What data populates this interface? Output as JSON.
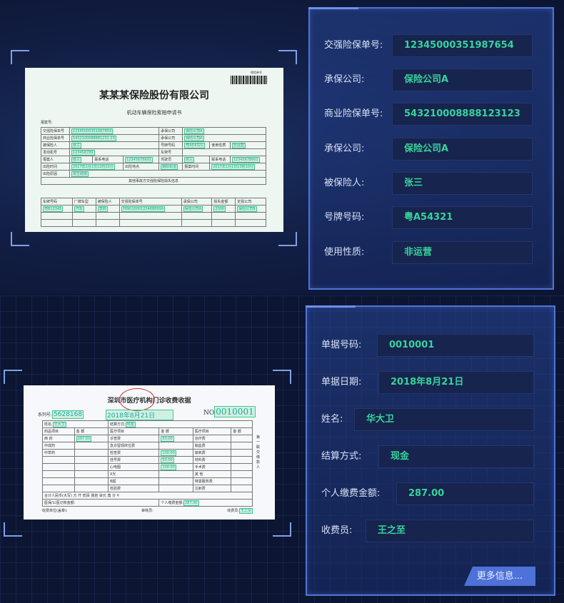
{
  "insurance_doc": {
    "barcode_label": "保险单号",
    "company": "某某某保险股份有限公司",
    "form_title": "机动车辆保险索赔申请书",
    "report_no_label": "报案号:",
    "rows": [
      [
        "交强险保单号",
        "12345000351987654",
        "承保公司",
        "保险公司A"
      ],
      [
        "商业险保单号",
        "5432100088881231 23",
        "承保公司",
        "保险公司A"
      ],
      [
        "被保险人",
        "张三",
        "号牌号码",
        "粤A54321",
        "使用性质",
        "非运营"
      ],
      [
        "发动机号",
        "123456789",
        "车架号"
      ],
      [
        "报案人",
        "张三",
        "联系电话",
        "12345678901",
        "驾驶员",
        "张三",
        "联系电话",
        "12345678901"
      ],
      [
        "出险时间",
        "2017年1月1日12时10分",
        "出险地点",
        "朝阳街道",
        "报案时间",
        "2017年1月1日13时10分"
      ],
      [
        "出险原因",
        "发生碰撞"
      ]
    ],
    "third_party_title": "其他事故方交强险保险损失信息",
    "third_party_headers": [
      "车牌号码",
      "厂牌车型",
      "被保险人",
      "交强险保单号",
      "承保公司",
      "损失金额",
      "定损公司"
    ],
    "third_party_row": [
      "粤B12345",
      "汽车",
      "李四",
      "789010001234888999",
      "保险公司A",
      "2000",
      "保险公司B"
    ]
  },
  "insurance_panel": {
    "fields": [
      {
        "label": "交强险保单号:",
        "value": "12345000351987654"
      },
      {
        "label": "承保公司:",
        "value": "保险公司A"
      },
      {
        "label": "商业险保单号:",
        "value": "543210008888123123"
      },
      {
        "label": "承保公司:",
        "value": "保险公司A"
      },
      {
        "label": "被保险人:",
        "value": "张三"
      },
      {
        "label": "号牌号码:",
        "value": "粤A54321"
      },
      {
        "label": "使用性质:",
        "value": "非运营"
      }
    ]
  },
  "receipt_doc": {
    "title": "深圳市医疗机构门诊收费收据",
    "serial_label": "系列号:",
    "serial": "5628168",
    "date": "2018年8月21日",
    "no_label": "NO",
    "no": "0010001",
    "name_label": "姓名:",
    "name": "华大卫",
    "settle_label": "结算方式:",
    "settle": "现金",
    "headers": [
      "药品项目",
      "金 额",
      "医疗项目",
      "金 额",
      "医疗项目",
      "金 额"
    ],
    "rows": [
      [
        "西 药",
        "287.00",
        "诊查费",
        "50.00",
        "治疗费",
        ""
      ],
      [
        "中成药",
        "",
        "急诊留观床位费",
        "",
        "输血费",
        ""
      ],
      [
        "中草药",
        "",
        "检查费",
        "100.00",
        "输氧费",
        ""
      ],
      [
        "",
        "",
        "挂号费",
        "50.00",
        "材料费",
        ""
      ],
      [
        "",
        "",
        "心电图",
        "100.00",
        "手术费",
        ""
      ],
      [
        "",
        "",
        "X光",
        "",
        "其 他",
        ""
      ],
      [
        "",
        "",
        "B超",
        "",
        "特需服务费",
        ""
      ],
      [
        "",
        "",
        "检验费",
        "",
        "注射费",
        ""
      ]
    ],
    "total_label": "合计人民币(大写)",
    "total_text": "万  仟  贰佰  捌拾  柒元  角  分 ¥",
    "insurance_label": "医保/公医记账金额:",
    "personal_label": "个人缴费金额:",
    "personal": "287.00",
    "unit_label": "收费单位(盖章):",
    "auditor_label": "审核员:",
    "cashier_label": "收费员:",
    "cashier": "王之至",
    "side_note": "第一联 交缴款人"
  },
  "receipt_panel": {
    "fields": [
      {
        "label": "单据号码:",
        "value": "0010001"
      },
      {
        "label": "单据日期:",
        "value": "2018年8月21日"
      },
      {
        "label": "姓名:",
        "value": "华大卫"
      },
      {
        "label": "结算方式:",
        "value": "现金"
      },
      {
        "label": "个人缴费金额:",
        "value": "287.00"
      },
      {
        "label": "收费员:",
        "value": "王之至"
      }
    ],
    "more_label": "更多信息..."
  },
  "colors": {
    "accent": "#4e72d8",
    "value_text": "#38d39b",
    "background": "#0c1633"
  }
}
